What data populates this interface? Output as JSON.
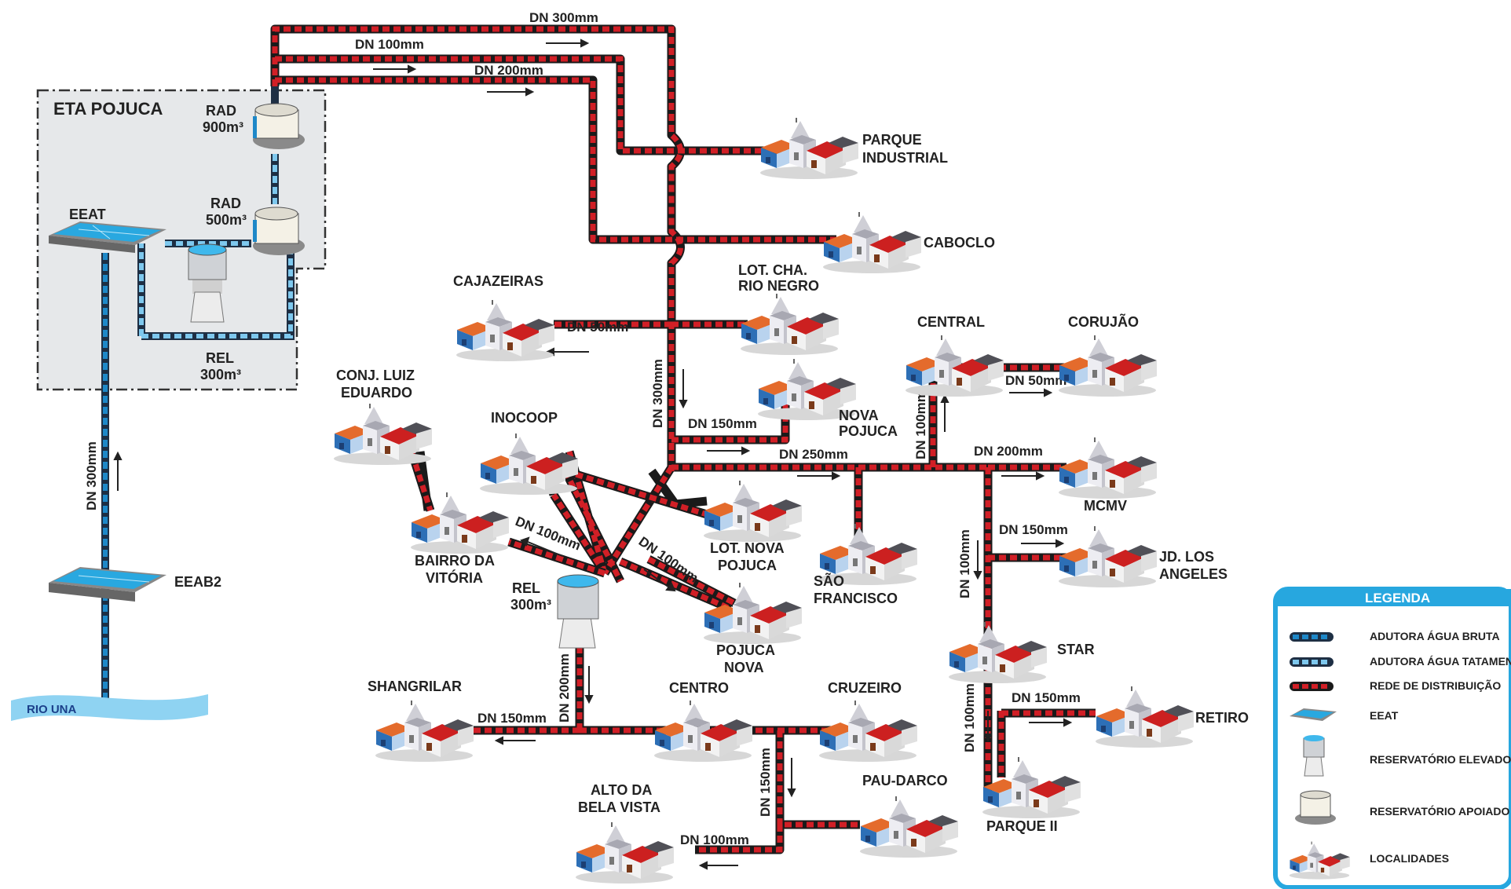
{
  "colors": {
    "distribution": "#d11f26",
    "raw_water": "#1e88c8",
    "treated_water": "#7ec8ee",
    "eta_fill": "#e6e8ea",
    "legend_frame": "#27a7df",
    "river": "#8fd3f2"
  },
  "plant": {
    "title": "ETA POJUCA",
    "rad1_line1": "RAD",
    "rad1_line2": "900m³",
    "rad2_line1": "RAD",
    "rad2_line2": "500m³",
    "eeat": "EEAT",
    "rel_line1": "REL",
    "rel_line2": "300m³"
  },
  "raw": {
    "eeab2": "EEAB2",
    "river": "RIO UNA",
    "dn": "DN 300mm"
  },
  "pipes": {
    "dn300_top": "DN 300mm",
    "dn100_top": "DN 100mm",
    "dn200_top": "DN 200mm",
    "dn50_cajazeiras": "DN 50mm",
    "dn300_trunk": "DN 300mm",
    "dn150_nova": "DN 150mm",
    "dn250": "DN 250mm",
    "dn100_central": "DN 100mm",
    "dn50_corujao": "DN 50mm",
    "dn200_mcmv": "DN 200mm",
    "dn150_jd": "DN 150mm",
    "dn100_star": "DN 100mm",
    "dn150_retiro": "DN 150mm",
    "dn100_parque2": "DN 100mm",
    "dn100_bairro": "DN 100mm",
    "dn100_pojuca": "DN 100mm",
    "dn200_rel": "DN 200mm",
    "dn150_shangrilar": "DN 150mm",
    "dn150_south": "DN 150mm",
    "dn100_alto": "DN 100mm"
  },
  "rel2": {
    "line1": "REL",
    "line2": "300m³"
  },
  "localities": {
    "parque_industrial": [
      "PARQUE",
      "INDUSTRIAL"
    ],
    "caboclo": [
      "CABOCLO"
    ],
    "cajazeiras": [
      "CAJAZEIRAS"
    ],
    "lot_cha": [
      "LOT. CHA.",
      "RIO NEGRO"
    ],
    "nova_pojuca": [
      "NOVA",
      "POJUCA"
    ],
    "central": [
      "CENTRAL"
    ],
    "corujao": [
      "CORUJÃO"
    ],
    "conj_luiz": [
      "CONJ. LUIZ",
      "EDUARDO"
    ],
    "inocoop": [
      "INOCOOP"
    ],
    "mcmv": [
      "MCMV"
    ],
    "bairro_vitoria": [
      "BAIRRO DA",
      "VITÓRIA"
    ],
    "lot_nova_pojuca": [
      "LOT. NOVA",
      "POJUCA"
    ],
    "sao_francisco": [
      "SÃO",
      "FRANCISCO"
    ],
    "jd_los_angeles": [
      "JD. LOS",
      "ANGELES"
    ],
    "pojuca_nova": [
      "POJUCA",
      "NOVA"
    ],
    "star": [
      "STAR"
    ],
    "shangrilar": [
      "SHANGRILAR"
    ],
    "centro": [
      "CENTRO"
    ],
    "cruzeiro": [
      "CRUZEIRO"
    ],
    "retiro": [
      "RETIRO"
    ],
    "pau_darco": [
      "PAU-DARCO"
    ],
    "alto_bela_vista": [
      "ALTO DA",
      "BELA VISTA"
    ],
    "parque2": [
      "PARQUE II"
    ]
  },
  "legend": {
    "title": "LEGENDA",
    "items": [
      {
        "label": "ADUTORA ÁGUA BRUTA",
        "icon": "raw-water-pipe"
      },
      {
        "label": "ADUTORA ÁGUA TATAMENTO",
        "icon": "treated-water-pipe"
      },
      {
        "label": "REDE DE DISTRIBUIÇÃO",
        "icon": "distribution-pipe"
      },
      {
        "label": "EEAT",
        "icon": "pump-station"
      },
      {
        "label": "RESERVATÓRIO ELEVADO",
        "icon": "elevated-tank"
      },
      {
        "label": "RESERVATÓRIO APOIADO",
        "icon": "ground-tank"
      },
      {
        "label": "LOCALIDADES",
        "icon": "houses"
      }
    ]
  }
}
